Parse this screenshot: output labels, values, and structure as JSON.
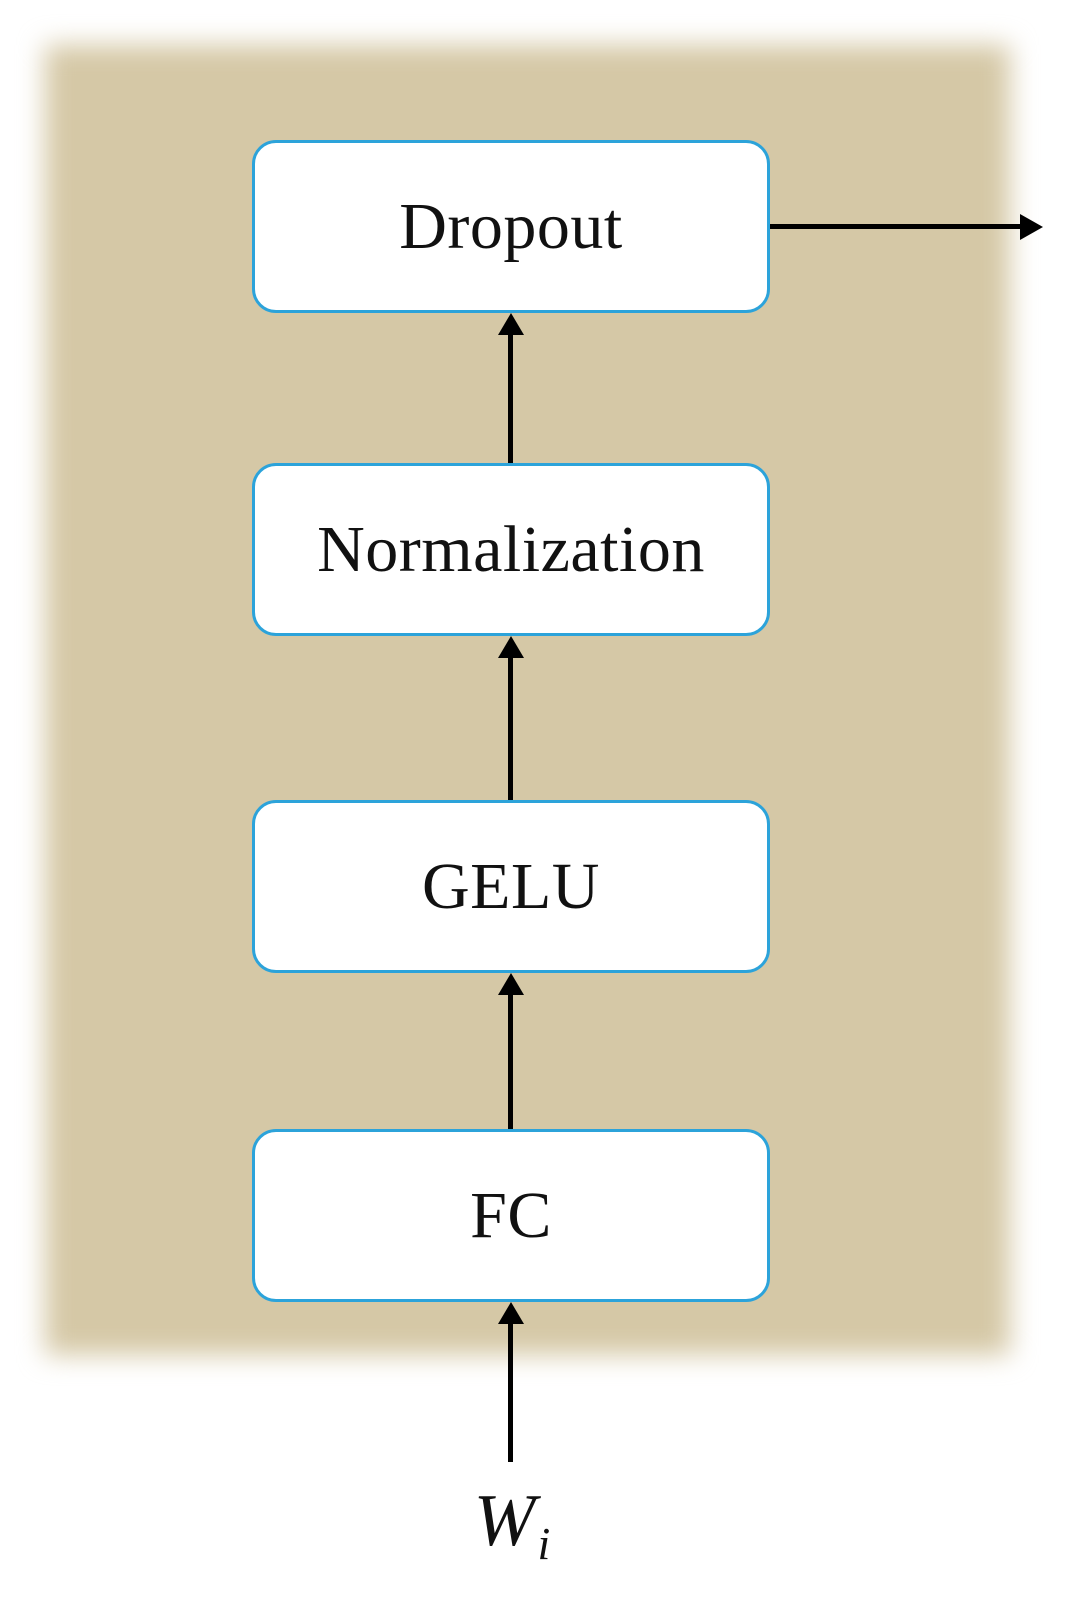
{
  "figure": {
    "type": "flow-diagram",
    "blocks": [
      {
        "label": "Dropout"
      },
      {
        "label": "Normalization"
      },
      {
        "label": "GELU"
      },
      {
        "label": "FC"
      }
    ],
    "input_label": {
      "base": "W",
      "subscript": "i"
    },
    "edges": [
      {
        "from": "input Wi",
        "to": "FC",
        "direction": "up"
      },
      {
        "from": "FC",
        "to": "GELU",
        "direction": "up"
      },
      {
        "from": "GELU",
        "to": "Normalization",
        "direction": "up"
      },
      {
        "from": "Normalization",
        "to": "Dropout",
        "direction": "up"
      },
      {
        "from": "Dropout",
        "to": "output",
        "direction": "right"
      }
    ],
    "colors": {
      "panel_background": "#D5C8A6",
      "box_border": "#2CA3DA",
      "box_fill": "#FFFFFF",
      "arrow": "#000000",
      "text": "#111111"
    }
  }
}
